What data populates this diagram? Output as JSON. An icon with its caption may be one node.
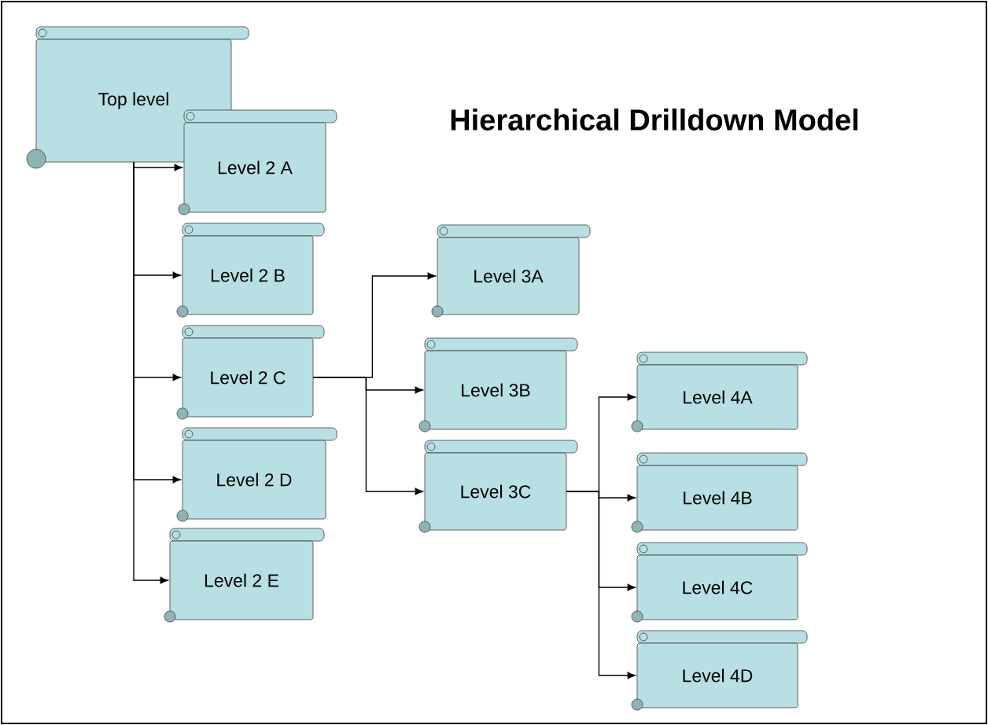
{
  "diagram": {
    "title": "Hierarchical Drilldown Model",
    "nodes": [
      {
        "text": [
          "Top level"
        ]
      },
      {
        "text": [
          "Level 2 A"
        ]
      },
      {
        "text": [
          "Level 2 B"
        ]
      },
      {
        "text": [
          "Level 2 C"
        ]
      },
      {
        "text": [
          "Level 2 D"
        ]
      },
      {
        "text": [
          "Level 2 E"
        ]
      },
      {
        "text": [
          "Level 3A"
        ]
      },
      {
        "text": [
          "Level 3B"
        ]
      },
      {
        "text": [
          "Level 3C"
        ]
      },
      {
        "text": [
          "Level 4A"
        ]
      },
      {
        "text": [
          "Level 4B"
        ]
      },
      {
        "text": [
          "Level 4C"
        ]
      },
      {
        "text": [
          "Level 4D"
        ]
      }
    ],
    "edges": [
      {
        "from": 0,
        "to": 1,
        "arrow": "to"
      },
      {
        "from": 0,
        "to": 2,
        "arrow": "to"
      },
      {
        "from": 0,
        "to": 3,
        "arrow": "to"
      },
      {
        "from": 0,
        "to": 4,
        "arrow": "to"
      },
      {
        "from": 0,
        "to": 5,
        "arrow": "to"
      },
      {
        "from": 3,
        "to": 6,
        "arrow": "to"
      },
      {
        "from": 3,
        "to": 7,
        "arrow": "to"
      },
      {
        "from": 3,
        "to": 8,
        "arrow": "to"
      },
      {
        "from": 8,
        "to": 9,
        "arrow": "to"
      },
      {
        "from": 8,
        "to": 10,
        "arrow": "to"
      },
      {
        "from": 8,
        "to": 11,
        "arrow": "to"
      },
      {
        "from": 8,
        "to": 12,
        "arrow": "to"
      }
    ]
  }
}
